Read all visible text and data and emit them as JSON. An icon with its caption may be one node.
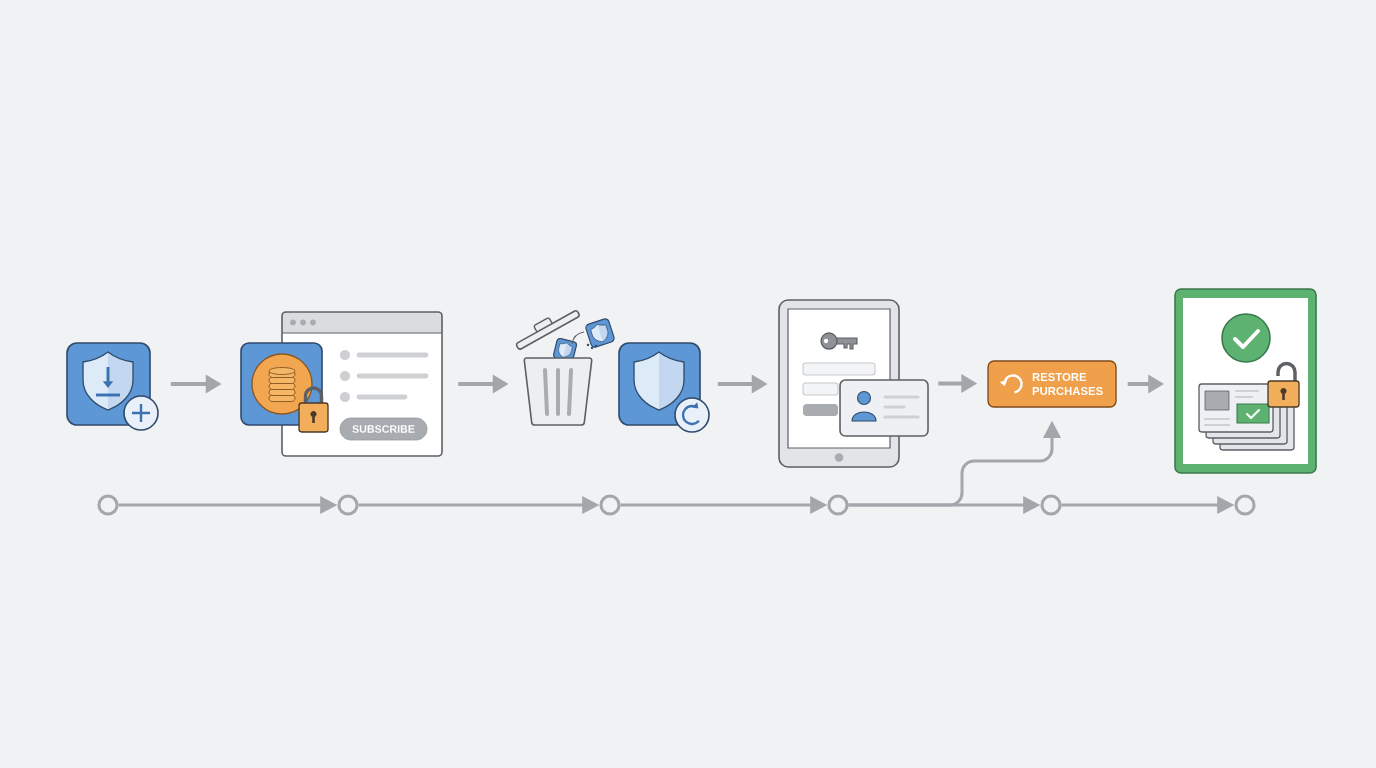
{
  "diagram": {
    "nodes": [
      {
        "text": [],
        "shape": "picture"
      },
      {
        "text": [],
        "shape": "picture"
      },
      {
        "text": [
          "SUBSCRIBE"
        ],
        "in": 1
      },
      {
        "text": [],
        "shape": "picture"
      },
      {
        "text": [],
        "shape": "picture"
      },
      {
        "text": [],
        "shape": "picture"
      },
      {
        "text": [
          "RESTORE PURCHASES"
        ]
      },
      {
        "text": [],
        "shape": "picture"
      },
      {
        "text": [],
        "shape": "circle"
      },
      {
        "text": [],
        "shape": "circle"
      },
      {
        "text": [],
        "shape": "circle"
      },
      {
        "text": [],
        "shape": "circle"
      },
      {
        "text": [],
        "shape": "circle"
      },
      {
        "text": [],
        "shape": "circle"
      }
    ],
    "edges": [
      {
        "from": 0,
        "to": 1,
        "arrow": "to"
      },
      {
        "from": 1,
        "to": 3,
        "arrow": "to"
      },
      {
        "from": 4,
        "to": 5,
        "arrow": "to"
      },
      {
        "from": 5,
        "to": 6,
        "arrow": "to"
      },
      {
        "from": 6,
        "to": 7,
        "arrow": "to"
      },
      {
        "from": 8,
        "to": 9,
        "arrow": "to"
      },
      {
        "from": 9,
        "to": 10,
        "arrow": "to"
      },
      {
        "from": 10,
        "to": 11,
        "arrow": "to"
      },
      {
        "from": 11,
        "to": 12,
        "arrow": "to"
      },
      {
        "from": 11,
        "to": 6,
        "arrow": "to"
      },
      {
        "from": 12,
        "to": 13,
        "arrow": "to"
      }
    ]
  }
}
